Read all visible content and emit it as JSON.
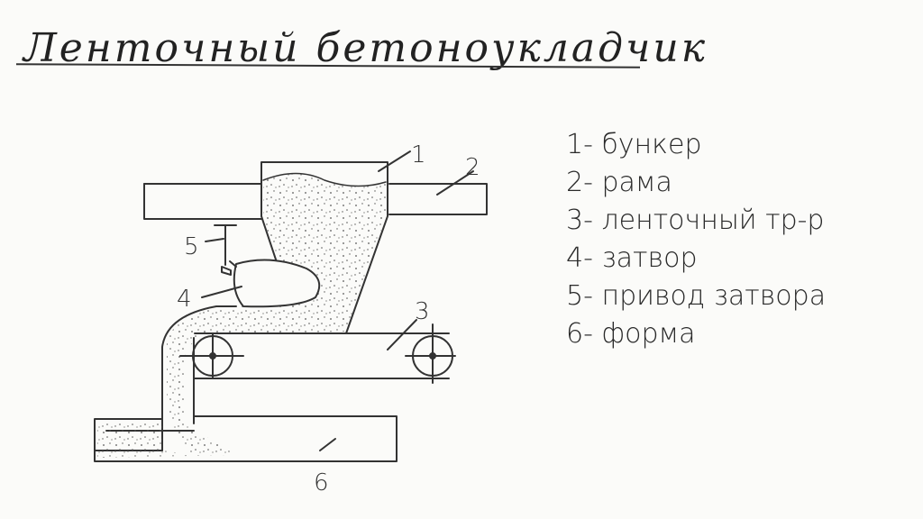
{
  "title": "Ленточный бетоноукладчик",
  "legend": [
    "1- бункер",
    "2- рама",
    "3- ленточный тр-р",
    "4- затвор",
    "5- привод затвора",
    "6- форма"
  ],
  "labels": {
    "hopper": "1",
    "frame": "2",
    "conveyor": "3",
    "gate": "4",
    "gate_drive": "5",
    "mold": "6"
  },
  "colors": {
    "ink": "#333333",
    "paper": "#fbfbf9"
  }
}
